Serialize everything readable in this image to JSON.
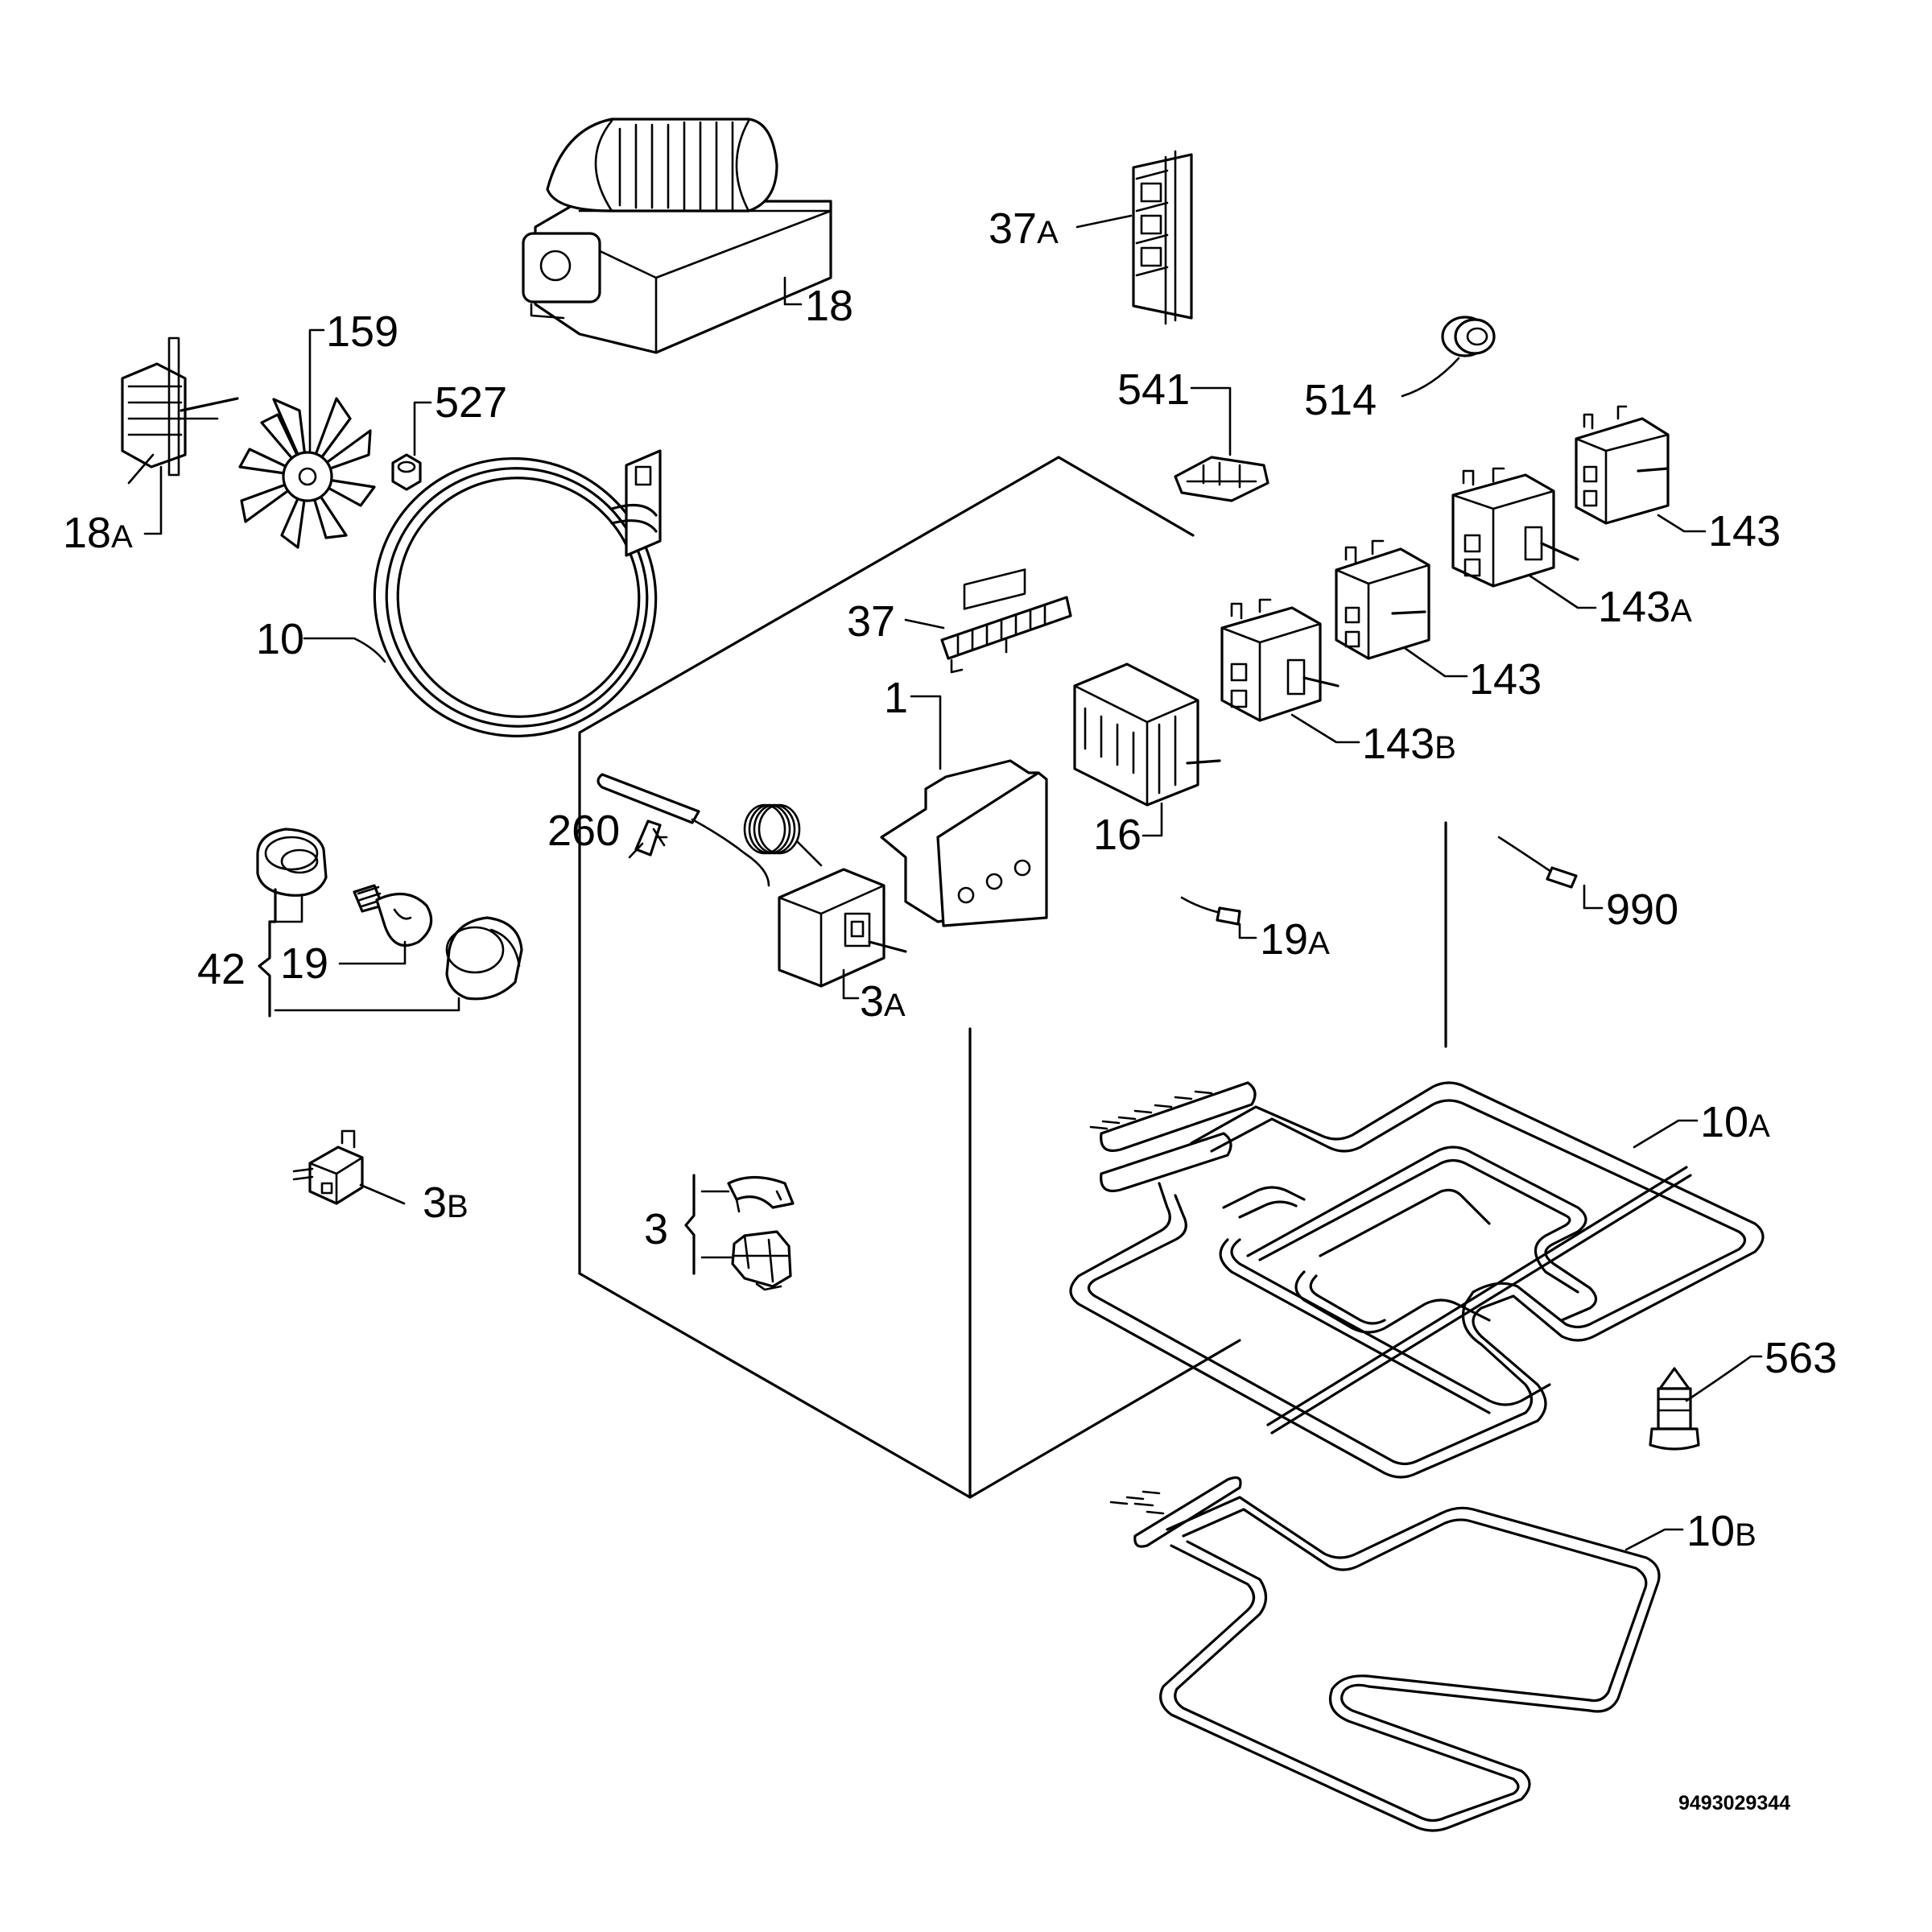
{
  "labels": {
    "l18": {
      "n": "18",
      "s": ""
    },
    "l37a": {
      "n": "37",
      "s": "A"
    },
    "l159": {
      "n": "159",
      "s": ""
    },
    "l527": {
      "n": "527",
      "s": ""
    },
    "l18a": {
      "n": "18",
      "s": "A"
    },
    "l541": {
      "n": "541",
      "s": ""
    },
    "l514": {
      "n": "514",
      "s": ""
    },
    "l143top": {
      "n": "143",
      "s": ""
    },
    "l143a": {
      "n": "143",
      "s": "A"
    },
    "l143mid": {
      "n": "143",
      "s": ""
    },
    "l143b": {
      "n": "143",
      "s": "B"
    },
    "l10": {
      "n": "10",
      "s": ""
    },
    "l37": {
      "n": "37",
      "s": ""
    },
    "l1": {
      "n": "1",
      "s": ""
    },
    "l16": {
      "n": "16",
      "s": ""
    },
    "l260": {
      "n": "260",
      "s": ""
    },
    "l990": {
      "n": "990",
      "s": ""
    },
    "l19a": {
      "n": "19",
      "s": "A"
    },
    "l3a": {
      "n": "3",
      "s": "A"
    },
    "l42": {
      "n": "42",
      "s": ""
    },
    "l19": {
      "n": "19",
      "s": ""
    },
    "l10a": {
      "n": "10",
      "s": "A"
    },
    "l3b": {
      "n": "3",
      "s": "B"
    },
    "l3": {
      "n": "3",
      "s": ""
    },
    "l563": {
      "n": "563",
      "s": ""
    },
    "l10b": {
      "n": "10",
      "s": "B"
    }
  },
  "reference_number": "9493029344"
}
